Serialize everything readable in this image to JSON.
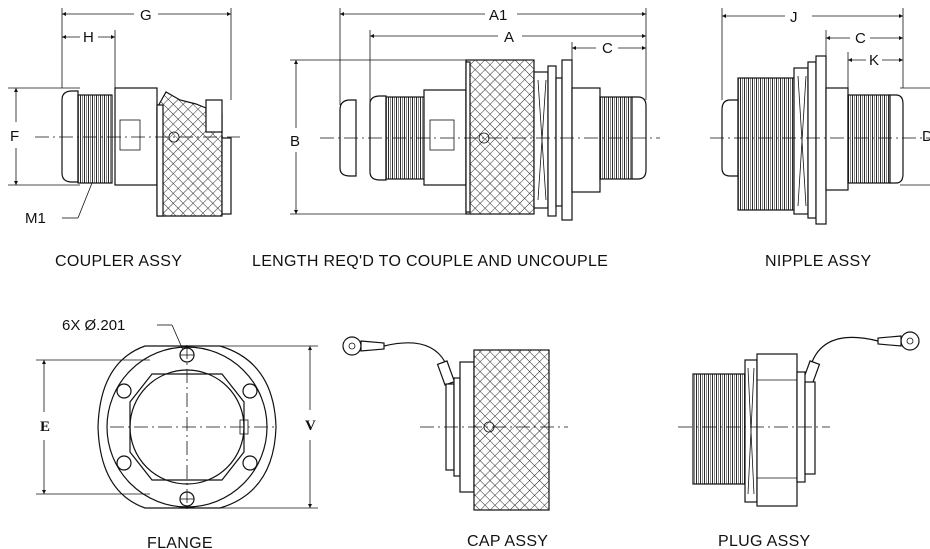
{
  "views": {
    "coupler": {
      "caption": "COUPLER ASSY",
      "dims": {
        "g": "G",
        "h": "H",
        "f": "F",
        "m1": "M1"
      }
    },
    "length": {
      "caption": "LENGTH REQ'D TO COUPLE AND UNCOUPLE",
      "dims": {
        "a1": "A1",
        "a": "A",
        "c": "C",
        "b": "B"
      }
    },
    "nipple": {
      "caption": "NIPPLE ASSY",
      "dims": {
        "j": "J",
        "c": "C",
        "k": "K",
        "d": "D"
      }
    },
    "flange": {
      "caption": "FLANGE",
      "hole_callout": "6X Ø.201",
      "dims": {
        "e": "E",
        "v": "V"
      }
    },
    "cap": {
      "caption": "CAP ASSY"
    },
    "plug": {
      "caption": "PLUG ASSY"
    }
  }
}
